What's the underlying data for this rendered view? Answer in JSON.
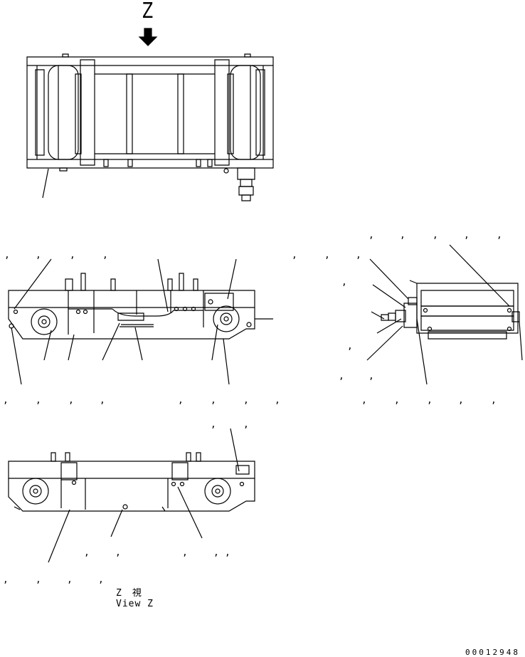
{
  "view_letter": "Z",
  "caption": {
    "jp": "Z　視",
    "en": "View Z"
  },
  "document_number": "00012948",
  "separator": ","
}
